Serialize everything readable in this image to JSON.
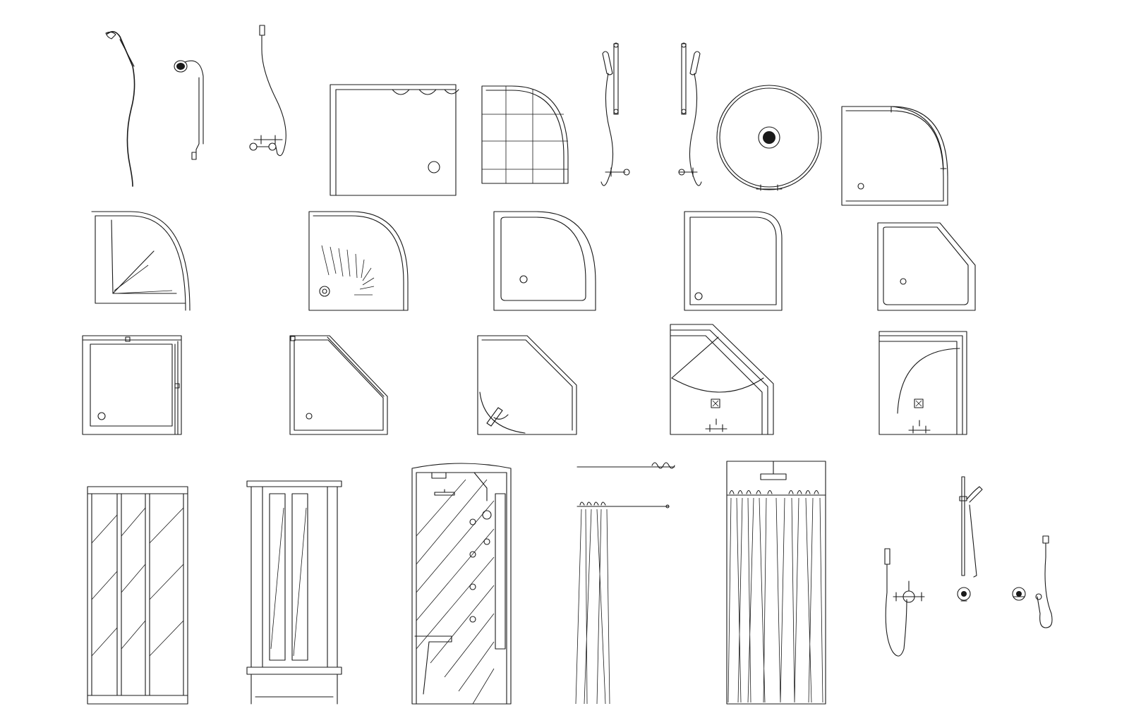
{
  "drawing": {
    "background": "#ffffff",
    "line_color": "#1a1a1a",
    "rows": [
      {
        "row": "top",
        "symbols": [
          "hand-shower-curved-hose",
          "hand-shower-wall-bracket",
          "shower-mixer-with-hose",
          "rectangular-shower-tray-with-seats",
          "tiled-quadrant-shower-tray",
          "slide-rail-shower-set-left",
          "slide-rail-shower-set-right",
          "round-shower-tray-with-drain",
          "quadrant-enclosure-with-door"
        ]
      },
      {
        "row": "second",
        "symbols": [
          "quadrant-tray-with-door-swing",
          "quadrant-tray-with-textured-floor",
          "quadrant-tray-with-drain",
          "rounded-corner-tray",
          "pentagonal-tray"
        ]
      },
      {
        "row": "third",
        "symbols": [
          "square-enclosure-with-door",
          "pentagonal-enclosure",
          "pentagonal-enclosure-with-swing-door",
          "pentagonal-cubicle-with-tap",
          "square-cubicle-with-tap"
        ]
      },
      {
        "row": "elevations",
        "symbols": [
          "three-panel-glass-enclosure",
          "framed-shower-cabin",
          "hydromassage-shower-cabin",
          "curtain-rail-side-elevation",
          "shower-curtain-front-elevation",
          "wall-shower-mixer-set",
          "rail-with-concealed-valve",
          "concealed-valve-with-hose"
        ]
      }
    ]
  }
}
